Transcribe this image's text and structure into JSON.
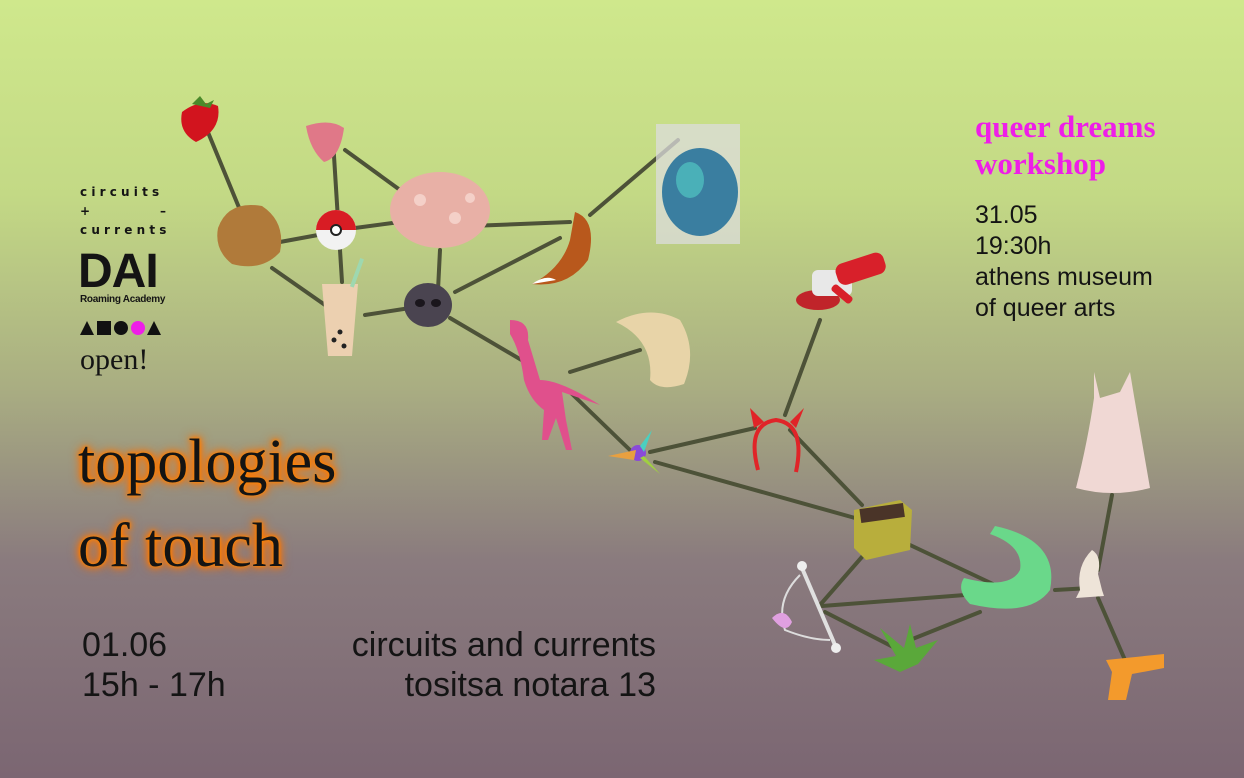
{
  "poster": {
    "background_colors": {
      "top": "#cfe88c",
      "bottom": "#7b6672"
    },
    "accent_colors": {
      "workshop_title": "#ee1ee8",
      "title_glow": "#ff7a00",
      "logo_pink": "#ee1ee8",
      "lines": "#4d5238"
    }
  },
  "logo": {
    "line1": "circuits",
    "plus": "+",
    "minus": "–",
    "line2": "currents",
    "dai": "DAI",
    "dai_sub": "Roaming Academy",
    "shapes": [
      "triangle",
      "square",
      "circle",
      "pink-circle",
      "triangle"
    ],
    "open": "open!"
  },
  "main_title": {
    "line1": "topologies",
    "line2": "of touch"
  },
  "event": {
    "date": "01.06",
    "time": "15h - 17h",
    "venue_line1": "circuits and currents",
    "venue_line2": "tositsa notara 13"
  },
  "workshop": {
    "title_line1": "queer dreams",
    "title_line2": "workshop",
    "date": "31.05",
    "time": "19:30h",
    "place_line1": "athens museum",
    "place_line2": "of queer arts"
  },
  "network_nodes": [
    "strawberry",
    "tongue",
    "fig",
    "pokeball",
    "octopus",
    "bubble-tea",
    "dog-nose",
    "zip-bag",
    "fox-tail",
    "raptor",
    "dumpling",
    "fidget-spinner",
    "angle-grinder",
    "devil-horns",
    "beer-crate",
    "nipple-piercing",
    "aloe",
    "dental-mold",
    "chess-knight",
    "slip-dress",
    "water-pistol"
  ]
}
